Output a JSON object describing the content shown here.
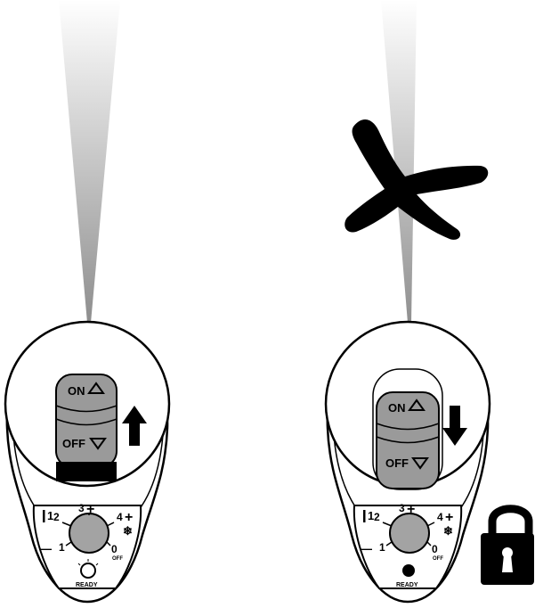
{
  "panels": [
    {
      "id": "left",
      "state": "unlocked",
      "button": {
        "on_label": "ON",
        "off_label": "OFF"
      },
      "arrow": "up",
      "dial": {
        "labels": {
          "one": "1",
          "two": "2",
          "three": "3",
          "four": "4",
          "zero": "0",
          "off": "OFF",
          "minus": "—",
          "ready": "READY"
        }
      },
      "ready_indicator": "off"
    },
    {
      "id": "right",
      "state": "locked",
      "button": {
        "on_label": "ON",
        "off_label": "OFF"
      },
      "arrow": "down",
      "dial": {
        "labels": {
          "one": "1",
          "two": "2",
          "three": "3",
          "four": "4",
          "zero": "0",
          "off": "OFF",
          "minus": "—",
          "ready": "READY"
        }
      },
      "ready_indicator": "on"
    }
  ],
  "colors": {
    "ink": "#000000",
    "button": "#9a9a9a",
    "dial": "#a3a3a3",
    "beam": "#9a9a9a"
  },
  "icons": [
    "beam-gradient",
    "cross-mark-icon",
    "lock-icon",
    "arrow-up-icon",
    "arrow-down-icon",
    "snowflake-icon"
  ]
}
